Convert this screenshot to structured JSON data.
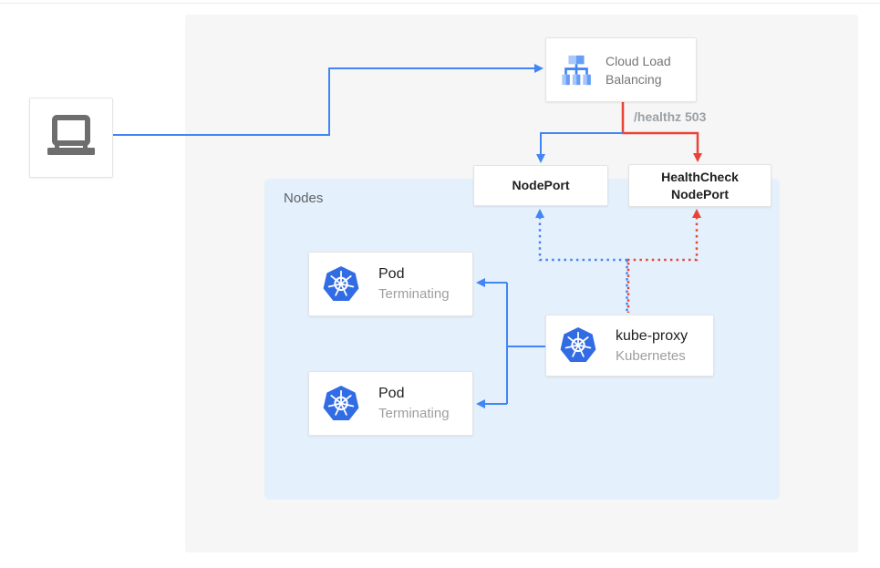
{
  "colors": {
    "flow_blue": "#4285F4",
    "flow_red": "#EA4335",
    "kubernetes_blue": "#326CE5",
    "outer_panel_bg": "#F6F6F6",
    "nodes_panel_bg": "#E4F0FC"
  },
  "nodes": {
    "client": {
      "icon": "laptop-icon"
    },
    "cloud_load_balancing": {
      "label": "Cloud Load Balancing",
      "icon": "load-balancer-icon"
    },
    "nodeport": {
      "label": "NodePort"
    },
    "healthcheck_nodeport": {
      "label": "HealthCheck NodePort"
    },
    "nodes_group": {
      "label": "Nodes"
    },
    "pods": [
      {
        "title": "Pod",
        "subtitle": "Terminating",
        "icon": "kubernetes-icon"
      },
      {
        "title": "Pod",
        "subtitle": "Terminating",
        "icon": "kubernetes-icon"
      }
    ],
    "kube_proxy": {
      "title": "kube-proxy",
      "subtitle": "Kubernetes",
      "icon": "kubernetes-icon"
    }
  },
  "edges": {
    "healthz_label": "/healthz 503"
  }
}
